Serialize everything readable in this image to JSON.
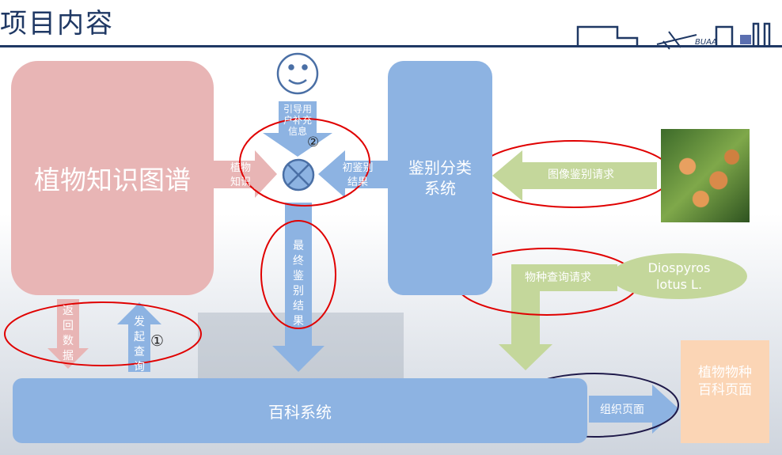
{
  "header": {
    "title": "项目内容",
    "logo_text": "BUAA"
  },
  "nodes": {
    "knowledge_graph": "植物知识图谱",
    "classification": [
      "鉴别分类",
      "系统"
    ],
    "encyclopedia": "百科系统",
    "species_page": [
      "植物物种",
      "百科页面"
    ],
    "species_name": [
      "Diospyros",
      "lotus L."
    ]
  },
  "arrows": {
    "plant_knowledge": [
      "植物",
      "知识"
    ],
    "guide_user": [
      "引导用",
      "户补充",
      "信息"
    ],
    "initial_result": [
      "初鉴别",
      "结果"
    ],
    "image_request": "图像鉴别请求",
    "species_query": "物种查询请求",
    "final_result": [
      "最",
      "终",
      "鉴",
      "别",
      "结",
      "果"
    ],
    "return_data": [
      "返",
      "回",
      "数",
      "据"
    ],
    "start_query": [
      "发",
      "起",
      "查",
      "询"
    ],
    "organize_page": "组织页面"
  },
  "markers": {
    "one": "①",
    "two": "②"
  },
  "colors": {
    "title": "#1f3864",
    "pink": "#e8b5b5",
    "blue": "#8db3e2",
    "green": "#c4d79b",
    "orange": "#fbd5b5",
    "red": "#e00000",
    "navy": "#1f1a4a"
  }
}
